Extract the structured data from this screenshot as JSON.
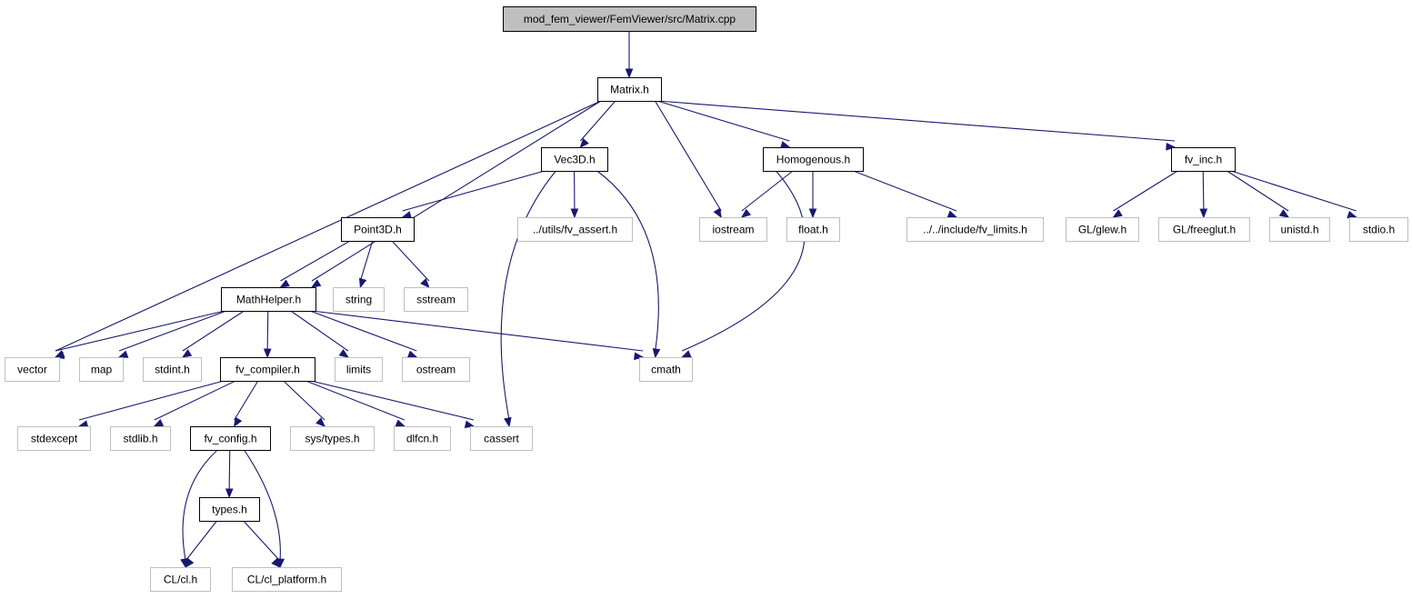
{
  "graph": {
    "nodes": {
      "root": {
        "label": "mod_fem_viewer/FemViewer/src/Matrix.cpp",
        "kind": "root"
      },
      "matrix": {
        "label": "Matrix.h",
        "kind": "local"
      },
      "vec3d": {
        "label": "Vec3D.h",
        "kind": "local"
      },
      "homogenous": {
        "label": "Homogenous.h",
        "kind": "local"
      },
      "fvinc": {
        "label": "fv_inc.h",
        "kind": "local"
      },
      "point3d": {
        "label": "Point3D.h",
        "kind": "local"
      },
      "fvassert": {
        "label": "../utils/fv_assert.h",
        "kind": "external"
      },
      "iostream": {
        "label": "iostream",
        "kind": "external"
      },
      "floath": {
        "label": "float.h",
        "kind": "external"
      },
      "fvlimits": {
        "label": "../../include/fv_limits.h",
        "kind": "external"
      },
      "glew": {
        "label": "GL/glew.h",
        "kind": "external"
      },
      "freeglut": {
        "label": "GL/freeglut.h",
        "kind": "external"
      },
      "unistd": {
        "label": "unistd.h",
        "kind": "external"
      },
      "stdio": {
        "label": "stdio.h",
        "kind": "external"
      },
      "mathhelper": {
        "label": "MathHelper.h",
        "kind": "local"
      },
      "string": {
        "label": "string",
        "kind": "external"
      },
      "sstream": {
        "label": "sstream",
        "kind": "external"
      },
      "vector": {
        "label": "vector",
        "kind": "external"
      },
      "map": {
        "label": "map",
        "kind": "external"
      },
      "stdint": {
        "label": "stdint.h",
        "kind": "external"
      },
      "fvcompiler": {
        "label": "fv_compiler.h",
        "kind": "local"
      },
      "limits": {
        "label": "limits",
        "kind": "external"
      },
      "ostream": {
        "label": "ostream",
        "kind": "external"
      },
      "cmath": {
        "label": "cmath",
        "kind": "external"
      },
      "stdexcept": {
        "label": "stdexcept",
        "kind": "external"
      },
      "stdlib": {
        "label": "stdlib.h",
        "kind": "external"
      },
      "fvconfig": {
        "label": "fv_config.h",
        "kind": "local"
      },
      "systypes": {
        "label": "sys/types.h",
        "kind": "external"
      },
      "dlfcn": {
        "label": "dlfcn.h",
        "kind": "external"
      },
      "cassert": {
        "label": "cassert",
        "kind": "external"
      },
      "typesh": {
        "label": "types.h",
        "kind": "local"
      },
      "clh": {
        "label": "CL/cl.h",
        "kind": "external"
      },
      "clplatform": {
        "label": "CL/cl_platform.h",
        "kind": "external"
      }
    },
    "edges": [
      [
        "root",
        "matrix"
      ],
      [
        "matrix",
        "vector"
      ],
      [
        "matrix",
        "mathhelper"
      ],
      [
        "matrix",
        "vec3d"
      ],
      [
        "matrix",
        "iostream"
      ],
      [
        "matrix",
        "homogenous"
      ],
      [
        "matrix",
        "fvinc"
      ],
      [
        "vec3d",
        "point3d"
      ],
      [
        "vec3d",
        "cassert"
      ],
      [
        "vec3d",
        "fvassert"
      ],
      [
        "vec3d",
        "cmath"
      ],
      [
        "homogenous",
        "iostream"
      ],
      [
        "homogenous",
        "floath"
      ],
      [
        "homogenous",
        "fvlimits"
      ],
      [
        "homogenous",
        "cmath"
      ],
      [
        "fvinc",
        "glew"
      ],
      [
        "fvinc",
        "freeglut"
      ],
      [
        "fvinc",
        "unistd"
      ],
      [
        "fvinc",
        "stdio"
      ],
      [
        "point3d",
        "mathhelper"
      ],
      [
        "point3d",
        "string"
      ],
      [
        "point3d",
        "sstream"
      ],
      [
        "mathhelper",
        "vector"
      ],
      [
        "mathhelper",
        "map"
      ],
      [
        "mathhelper",
        "stdint"
      ],
      [
        "mathhelper",
        "fvcompiler"
      ],
      [
        "mathhelper",
        "limits"
      ],
      [
        "mathhelper",
        "ostream"
      ],
      [
        "mathhelper",
        "cmath"
      ],
      [
        "fvcompiler",
        "stdexcept"
      ],
      [
        "fvcompiler",
        "stdlib"
      ],
      [
        "fvcompiler",
        "fvconfig"
      ],
      [
        "fvcompiler",
        "systypes"
      ],
      [
        "fvcompiler",
        "dlfcn"
      ],
      [
        "fvcompiler",
        "cassert"
      ],
      [
        "fvconfig",
        "typesh"
      ],
      [
        "fvconfig",
        "clh"
      ],
      [
        "fvconfig",
        "clplatform"
      ],
      [
        "typesh",
        "clh"
      ],
      [
        "typesh",
        "clplatform"
      ]
    ]
  }
}
